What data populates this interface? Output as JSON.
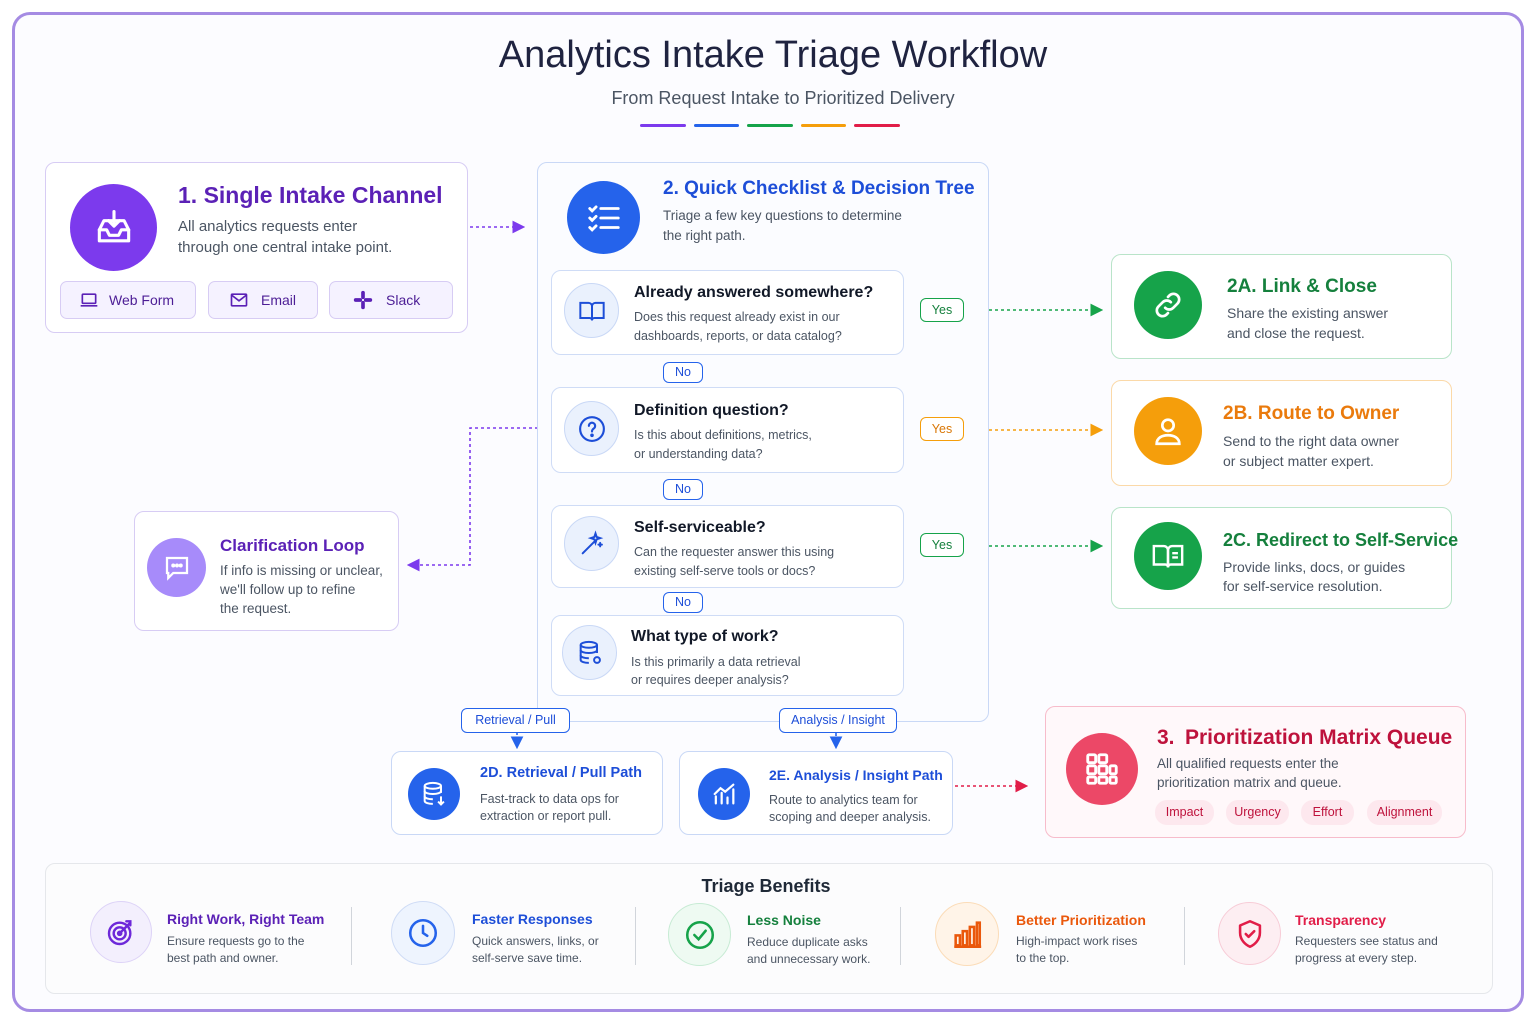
{
  "header": {
    "title": "Analytics Intake Triage Workflow",
    "subtitle": "From Request Intake to Prioritized Delivery",
    "accent_colors": [
      "#7c3aed",
      "#2563eb",
      "#16a34a",
      "#f59e0b",
      "#e11d48"
    ]
  },
  "intake": {
    "title": "1. Single Intake Channel",
    "desc_1": "All analytics requests enter",
    "desc_2": "through one central intake point.",
    "icon": "inbox-download-icon",
    "channels": [
      {
        "label": "Web Form",
        "icon": "laptop-icon"
      },
      {
        "label": "Email",
        "icon": "envelope-icon"
      },
      {
        "label": "Slack",
        "icon": "slack-icon"
      }
    ]
  },
  "checklist": {
    "title": "2. Quick Checklist & Decision Tree",
    "desc_1": "Triage a few key questions to determine",
    "desc_2": "the right path.",
    "icon": "checklist-icon",
    "questions": [
      {
        "title": "Already answered somewhere?",
        "desc_1": "Does this request already exist in our",
        "desc_2": "dashboards, reports, or data catalog?",
        "icon": "book-icon"
      },
      {
        "title": "Definition question?",
        "desc_1": "Is this about definitions, metrics,",
        "desc_2": "or understanding data?",
        "icon": "question-icon"
      },
      {
        "title": "Self-serviceable?",
        "desc_1": "Can the requester answer this using",
        "desc_2": "existing self-serve tools or docs?",
        "icon": "magic-wand-icon"
      },
      {
        "title": "What type of work?",
        "desc_1": "Is this primarily a data retrieval",
        "desc_2": "or requires deeper analysis?",
        "icon": "database-icon"
      }
    ],
    "yes_label": "Yes",
    "no_label": "No"
  },
  "outcomes": [
    {
      "title": "2A. Link & Close",
      "desc_1": "Share the existing answer",
      "desc_2": "and close the request.",
      "icon": "link-icon",
      "color": "#16a34a"
    },
    {
      "title": "2B. Route to Owner",
      "desc_1": "Send to the right data owner",
      "desc_2": "or subject matter expert.",
      "icon": "person-icon",
      "color": "#f59e0b"
    },
    {
      "title": "2C. Redirect to Self-Service",
      "desc_1": "Provide links, docs, or guides",
      "desc_2": "for self-service resolution.",
      "icon": "open-book-icon",
      "color": "#16a34a"
    }
  ],
  "clarification": {
    "title": "Clarification Loop",
    "desc_1": "If info is missing or unclear,",
    "desc_2": "we'll follow up to refine",
    "desc_3": "the request.",
    "icon": "chat-icon"
  },
  "paths": {
    "retrieval_label": "Retrieval / Pull",
    "analysis_label": "Analysis / Insight",
    "retrieval": {
      "title": "2D. Retrieval / Pull Path",
      "desc_1": "Fast-track to data ops for",
      "desc_2": "extraction or report pull.",
      "icon": "database-download-icon"
    },
    "analysis": {
      "title": "2E. Analysis / Insight Path",
      "desc_1": "Route to analytics team for",
      "desc_2": "scoping and deeper analysis.",
      "icon": "chart-icon"
    }
  },
  "queue": {
    "title_num": "3.",
    "title": "Prioritization Matrix Queue",
    "desc_1": "All qualified requests enter the",
    "desc_2": "prioritization matrix and queue.",
    "icon": "matrix-icon",
    "tags": [
      "Impact",
      "Urgency",
      "Effort",
      "Alignment"
    ]
  },
  "benefits": {
    "title": "Triage Benefits",
    "items": [
      {
        "title": "Right Work, Right Team",
        "desc_1": "Ensure requests go to the",
        "desc_2": "best path and owner.",
        "icon": "target-icon",
        "color": "#6d28d9"
      },
      {
        "title": "Faster Responses",
        "desc_1": "Quick answers, links, or",
        "desc_2": "self-serve save time.",
        "icon": "clock-icon",
        "color": "#2563eb"
      },
      {
        "title": "Less Noise",
        "desc_1": "Reduce duplicate asks",
        "desc_2": "and unnecessary work.",
        "icon": "check-circle-icon",
        "color": "#16a34a"
      },
      {
        "title": "Better Prioritization",
        "desc_1": "High-impact work rises",
        "desc_2": "to the top.",
        "icon": "bar-chart-icon",
        "color": "#ea580c"
      },
      {
        "title": "Transparency",
        "desc_1": "Requesters see status and",
        "desc_2": "progress at every step.",
        "icon": "shield-check-icon",
        "color": "#e11d48"
      }
    ]
  }
}
